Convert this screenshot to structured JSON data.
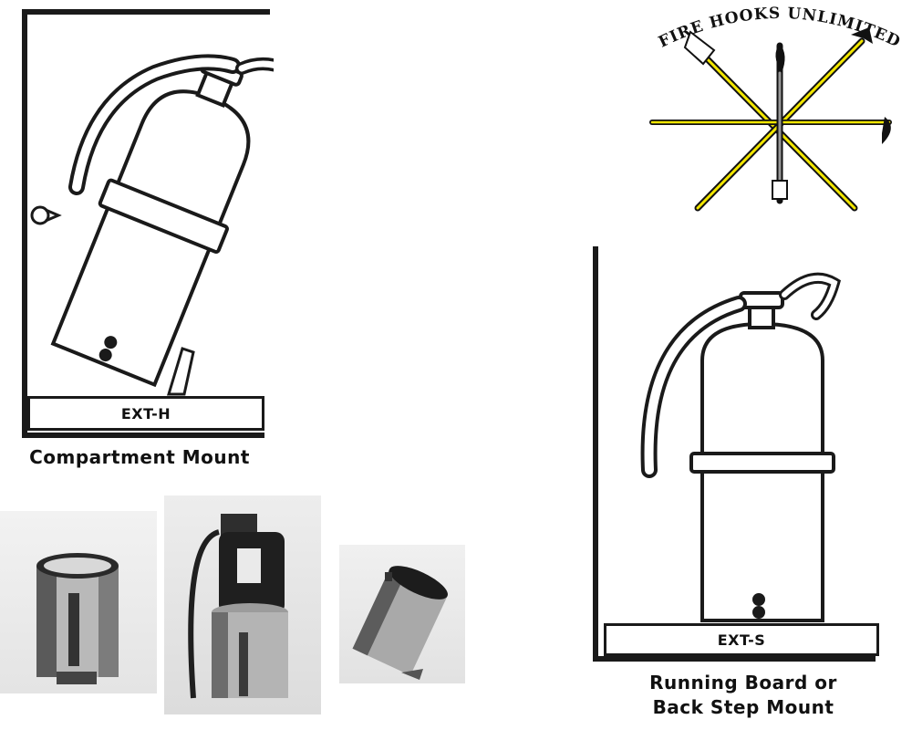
{
  "logo": {
    "text": "FIRE HOOKS UNLIMITED",
    "colors": {
      "yellow": "#f2e600",
      "black": "#111111"
    }
  },
  "compartment": {
    "label": "EXT-H",
    "caption": "Compartment Mount"
  },
  "running_board": {
    "label": "EXT-S",
    "caption_line1": "Running Board or",
    "caption_line2": "Back Step Mount"
  },
  "photos": [
    {
      "name": "empty-holder-photo"
    },
    {
      "name": "extinguisher-in-holder-photo"
    },
    {
      "name": "tilted-holder-photo"
    }
  ]
}
